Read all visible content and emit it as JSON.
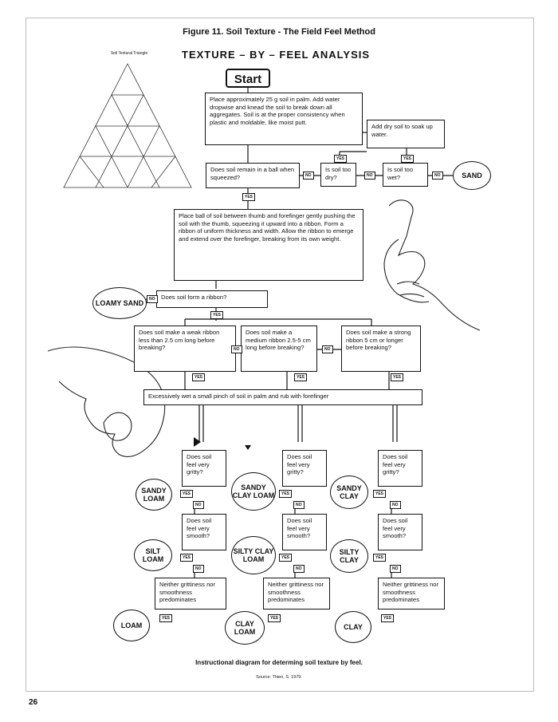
{
  "figure_title": "Figure 11. Soil Texture - The Field Feel Method",
  "main_title": "TEXTURE – BY – FEEL ANALYSIS",
  "triangle_title": "Soil Textural Triangle",
  "start": "Start",
  "step1": "Place approximately 25 g soil in palm. Add water dropwise and knead the soil to break down all aggregates. Soil is at the proper consistency when plastic and moldable, like moist putt.",
  "add_dry": "Add dry soil to soak up water.",
  "q_ball": "Does soil remain in a ball when squeezed?",
  "q_dry": "Is soil too dry?",
  "q_wet": "Is soil too wet?",
  "sand": "SAND",
  "step2": "Place ball of soil between thumb and forefinger gently pushing the soil with the thumb, squeezing it upward into a ribbon. Form a ribbon of uniform thickness and width. Allow the ribbon to emerge and extend over the forefinger, breaking from its own weight.",
  "loamy_sand": "LOAMY SAND",
  "q_ribbon": "Does soil form a ribbon?",
  "q_weak": "Does soil make a weak ribbon less than 2.5 cm long before breaking?",
  "q_medium": "Does soil make a medium ribbon 2.5-5 cm long before breaking?",
  "q_strong": "Does soil make a strong ribbon 5 cm or longer before breaking?",
  "wet_pinch": "Excessively wet a small pinch of soil in palm and rub with forefinger",
  "q_gritty": "Does soil feel very gritty?",
  "q_smooth": "Does soil feel very smooth?",
  "neither": "Neither grittiness nor smoothness predominates",
  "col1": {
    "gritty": "SANDY LOAM",
    "smooth": "SILT LOAM",
    "neither": "LOAM"
  },
  "col2": {
    "gritty": "SANDY CLAY LOAM",
    "smooth": "SILTY CLAY LOAM",
    "neither": "CLAY LOAM"
  },
  "col3": {
    "gritty": "SANDY CLAY",
    "smooth": "SILTY CLAY",
    "neither": "CLAY"
  },
  "yes": "YES",
  "no": "NO",
  "caption": "Instructional diagram for determing soil texture by feel.",
  "source": "Source: Thien, S. 1979.",
  "page_number": "26"
}
